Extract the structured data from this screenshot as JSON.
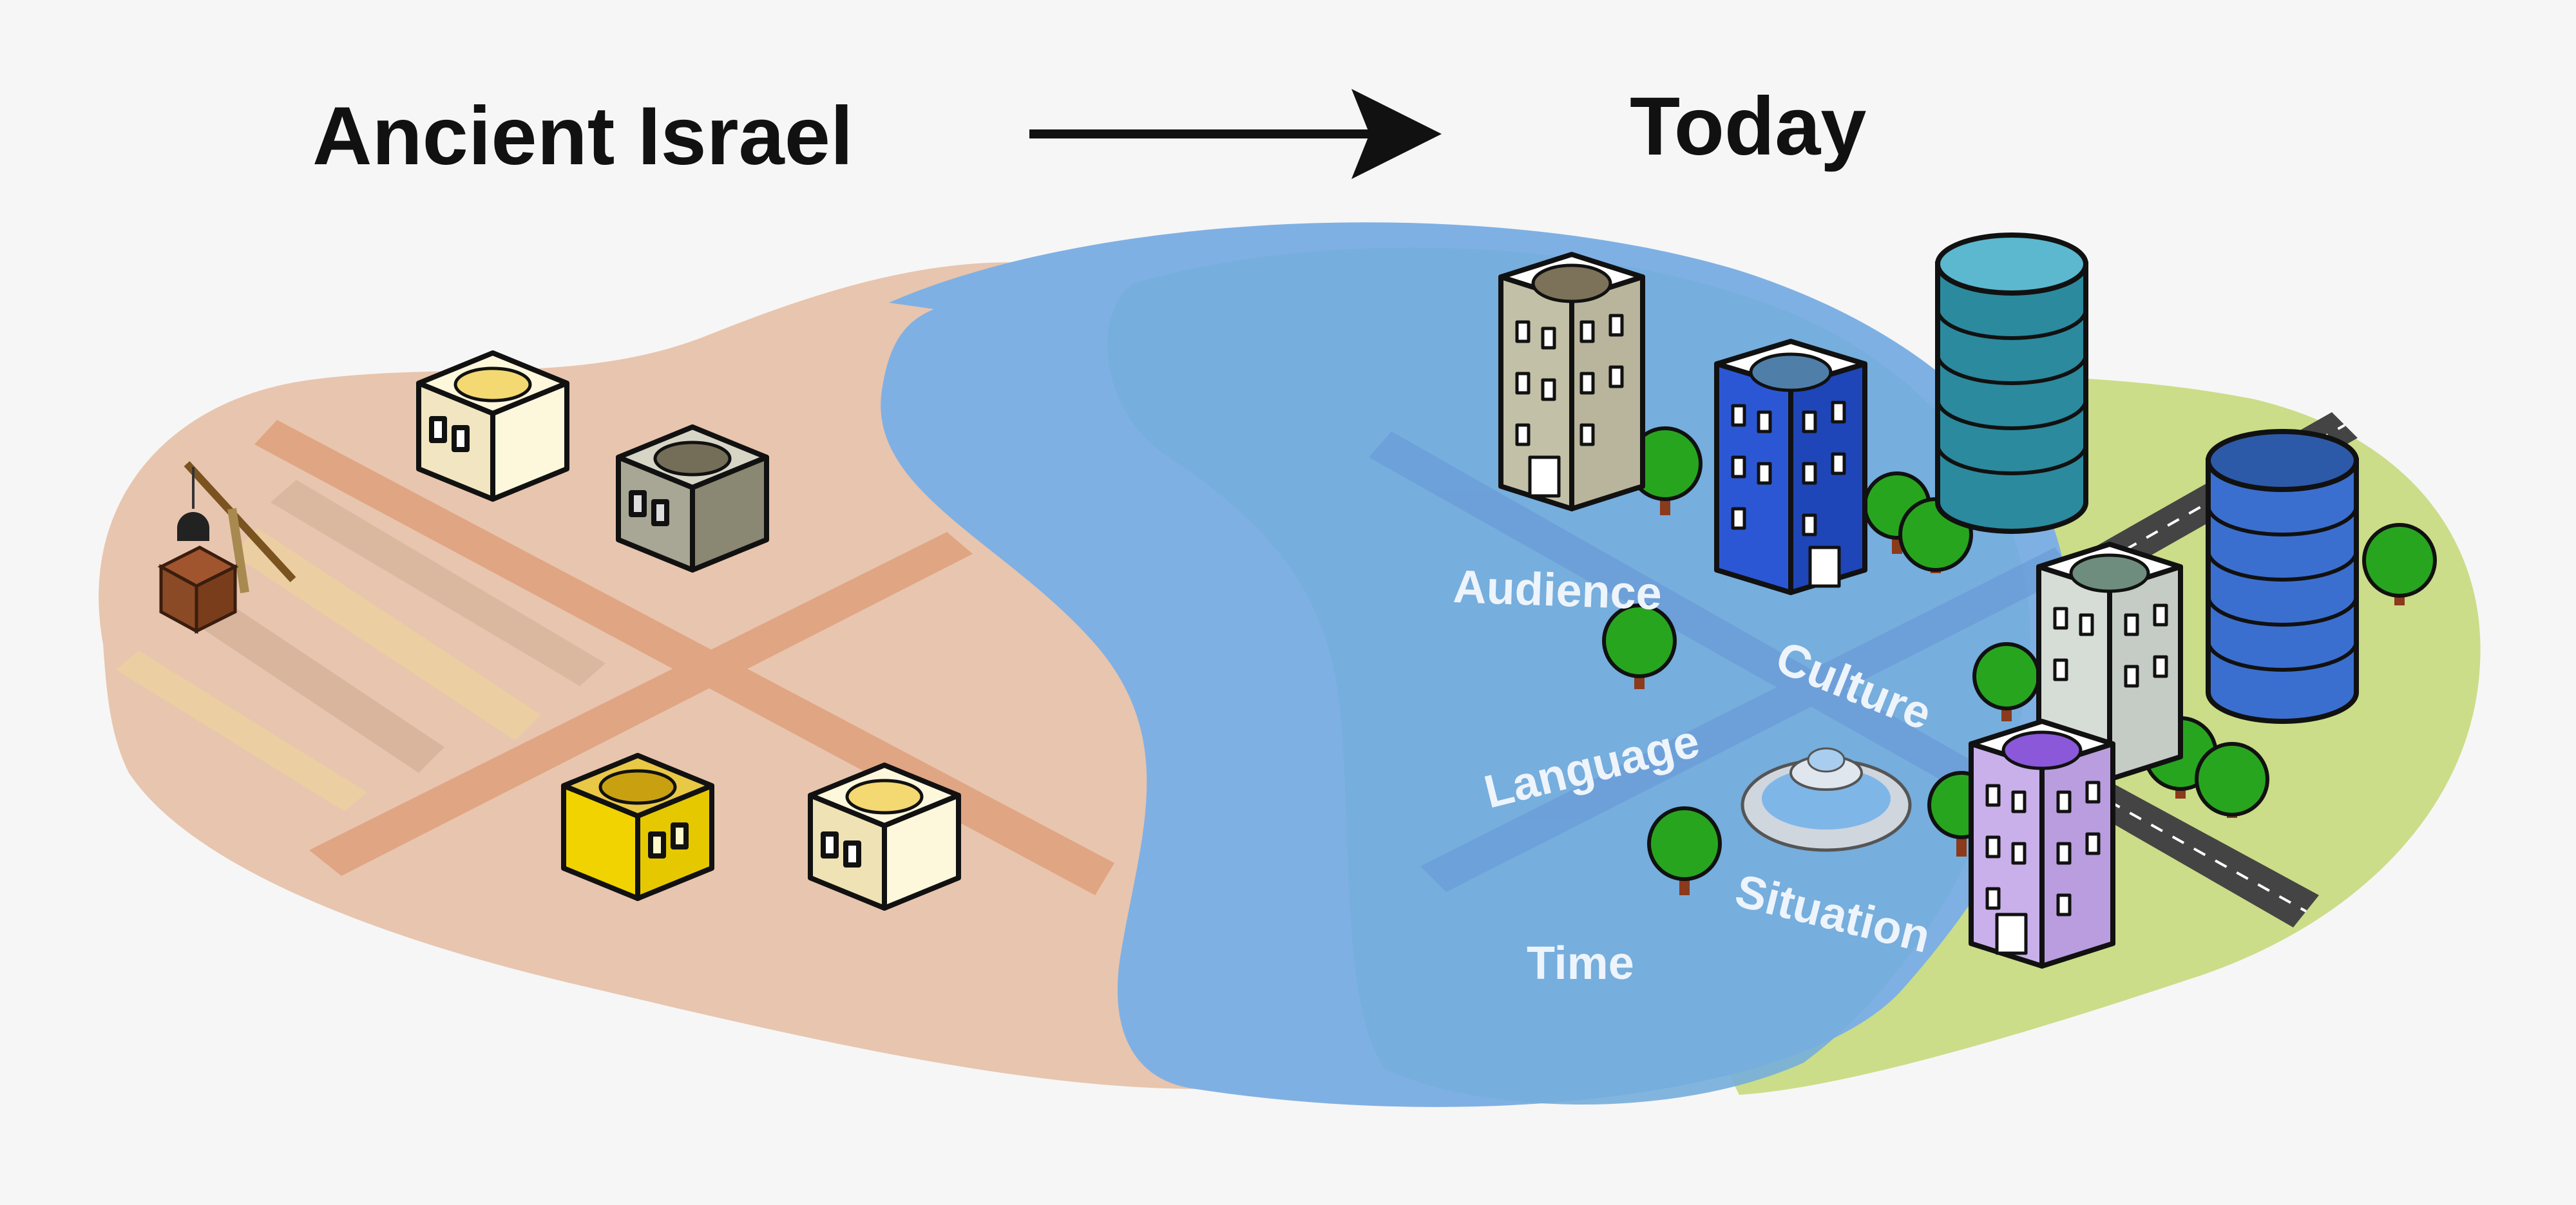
{
  "header": {
    "left_title": "Ancient Israel",
    "right_title": "Today"
  },
  "river_labels": {
    "audience": "Audience",
    "culture": "Culture",
    "language": "Language",
    "situation": "Situation",
    "time": "Time"
  },
  "colors": {
    "background": "#f6f6f6",
    "ancient_land": "#e8c5ae",
    "ancient_road": "#e0a582",
    "river": "#7fb0e4",
    "river_inner": "#76aedb",
    "modern_land": "#cbdd88",
    "text_dark": "#111111",
    "label_light": "#eef4fb"
  }
}
